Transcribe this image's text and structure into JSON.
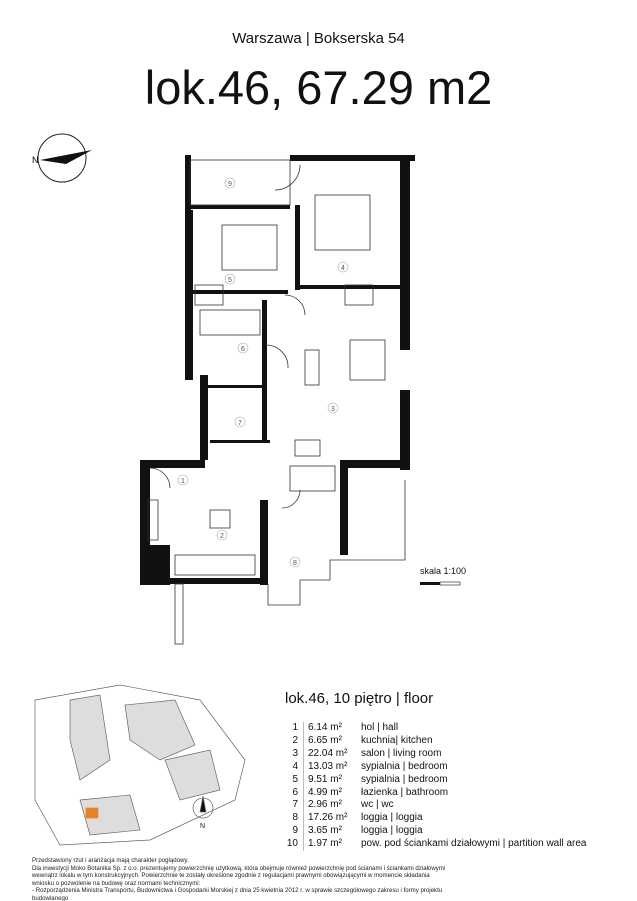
{
  "header": {
    "location": "Warszawa | Bokserska 54",
    "title": "lok.46, 67.29 m2"
  },
  "plan": {
    "scale": "skala 1:100",
    "room_numbers": [
      "1",
      "2",
      "3",
      "4",
      "5",
      "6",
      "7",
      "8",
      "9"
    ],
    "compass": "N"
  },
  "site_map": {
    "compass": "N",
    "highlight_color": "#e8822a"
  },
  "table": {
    "title": "lok.46, 10 piętro | floor",
    "rows": [
      {
        "n": "1",
        "area": "6.14 m²",
        "desc": "hol | hall"
      },
      {
        "n": "2",
        "area": "6.65 m²",
        "desc": "kuchnia| kitchen"
      },
      {
        "n": "3",
        "area": "22.04 m²",
        "desc": "salon | living room"
      },
      {
        "n": "4",
        "area": "13.03 m²",
        "desc": "sypialnia | bedroom"
      },
      {
        "n": "5",
        "area": "9.51 m²",
        "desc": "sypialnia | bedroom"
      },
      {
        "n": "6",
        "area": "4.99 m²",
        "desc": "łazienka | bathroom"
      },
      {
        "n": "7",
        "area": "2.96 m²",
        "desc": "wc | wc"
      },
      {
        "n": "8",
        "area": "17.26 m²",
        "desc": "loggia | loggia"
      },
      {
        "n": "9",
        "area": "3.65 m²",
        "desc": "loggia | loggia"
      },
      {
        "n": "10",
        "area": "1.97 m²",
        "desc": "pow. pod ściankami działowymi | partition wall area"
      }
    ]
  },
  "disclaimer": [
    "Przedstawiony rzut i aranżacja mają charakter poglądowy.",
    "Dla inwestycji Moko Botanika Sp. z o.o. prezentujemy powierzchnię użytkową, która obejmuje również powierzchnię pod ścianami i ściankami działowymi wewnątrz lokalu w tym konstrukcyjnych. Powierzchnie te zostały określone zgodnie z regulacjami prawnymi obowiązującymi w momencie składania wniosku o pozwolenie na budowę oraz normami technicznymi:",
    "- Rozporządzenia Ministra Transportu, Budownictwa i Gospodarki Morskiej z dnia 25 kwietnia 2012 r. w sprawie szczegółowego zakresu i formy projektu budowlanego"
  ]
}
